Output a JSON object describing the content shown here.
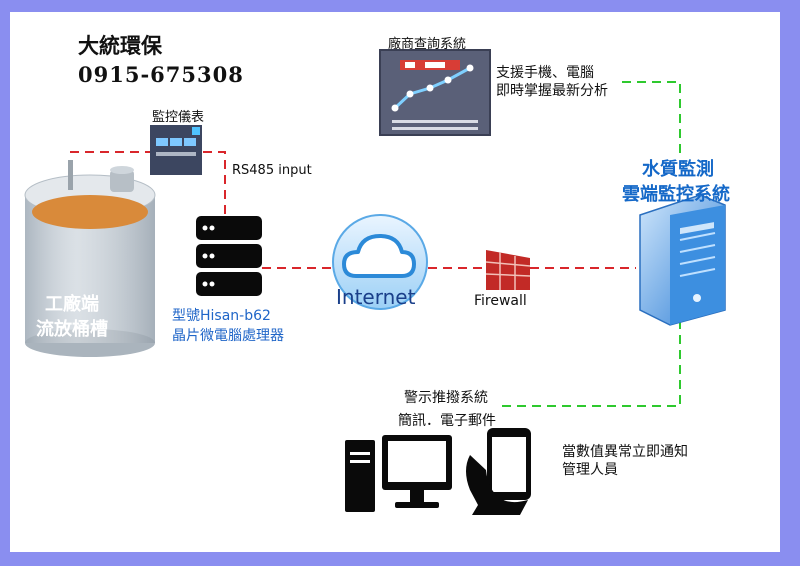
{
  "company_name": "大統環保",
  "phone": "0915-675308",
  "monitor_meter_label": "監控儀表",
  "rs485_label": "RS485 input",
  "vendor_query_label": "廠商查詢系統",
  "support_text": [
    "支援手機、電腦",
    "即時掌握最新分析"
  ],
  "server_model": [
    "型號Hisan-b62",
    "晶片微電腦處理器"
  ],
  "tank_label": [
    "工廠端",
    "流放桶槽"
  ],
  "internet_label": "Internet",
  "firewall_label": "Firewall",
  "cloud_system_title": [
    "水質監測",
    "雲端監控系統"
  ],
  "alert_system": [
    "警示推撥系統",
    "簡訊．電子郵件"
  ],
  "notify_text": [
    "當數值異常立即通知",
    "管理人員"
  ],
  "colors": {
    "background": "#8a8ef0",
    "red_link": "#d9262b",
    "green_link": "#2ec92e",
    "cloud_blue": "#2c8ad8",
    "server_black": "#0a0a0a",
    "tank_grey": "#c7d0d8",
    "liquid_orange": "#d98a3a",
    "chart_panel": "#5a6078"
  },
  "icons": [
    "tank-icon",
    "meter-icon",
    "server-icon",
    "cloud-icon",
    "firewall-icon",
    "chart-panel-icon",
    "cloud-server-icon",
    "desktop-icon",
    "mobile-hand-icon"
  ]
}
